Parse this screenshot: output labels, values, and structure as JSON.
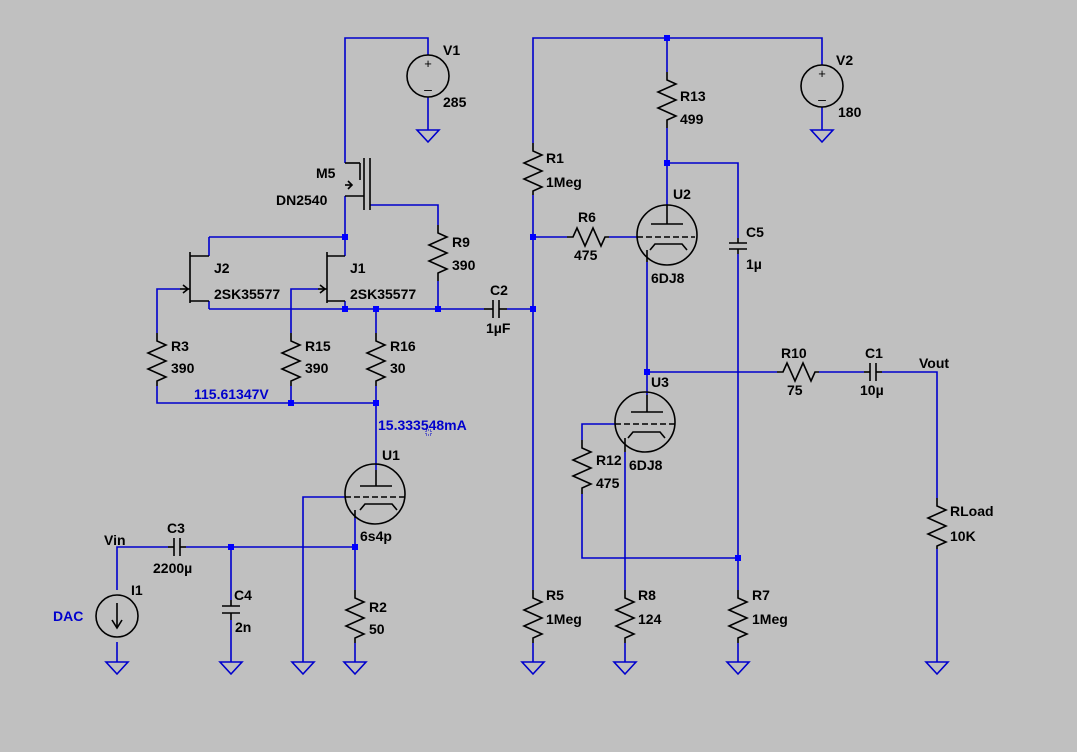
{
  "components": {
    "V1": {
      "name": "V1",
      "value": "285"
    },
    "V2": {
      "name": "V2",
      "value": "180"
    },
    "M5": {
      "name": "M5",
      "value": "DN2540"
    },
    "J1": {
      "name": "J1",
      "value": "2SK35577"
    },
    "J2": {
      "name": "J2",
      "value": "2SK35577"
    },
    "R1": {
      "name": "R1",
      "value": "1Meg"
    },
    "R2": {
      "name": "R2",
      "value": "50"
    },
    "R3": {
      "name": "R3",
      "value": "390"
    },
    "R5": {
      "name": "R5",
      "value": "1Meg"
    },
    "R6": {
      "name": "R6",
      "value": "475"
    },
    "R7": {
      "name": "R7",
      "value": "1Meg"
    },
    "R8": {
      "name": "R8",
      "value": "124"
    },
    "R9": {
      "name": "R9",
      "value": "390"
    },
    "R10": {
      "name": "R10",
      "value": "75"
    },
    "R12": {
      "name": "R12",
      "value": "475"
    },
    "R13": {
      "name": "R13",
      "value": "499"
    },
    "R15": {
      "name": "R15",
      "value": "390"
    },
    "R16": {
      "name": "R16",
      "value": "30"
    },
    "RLoad": {
      "name": "RLoad",
      "value": "10K"
    },
    "C1": {
      "name": "C1",
      "value": "10µ"
    },
    "C2": {
      "name": "C2",
      "value": "1µF"
    },
    "C3": {
      "name": "C3",
      "value": "2200µ"
    },
    "C4": {
      "name": "C4",
      "value": "2n"
    },
    "C5": {
      "name": "C5",
      "value": "1µ"
    },
    "U1": {
      "name": "U1",
      "value": "6s4p"
    },
    "U2": {
      "name": "U2",
      "value": "6DJ8"
    },
    "U3": {
      "name": "U3",
      "value": "6DJ8"
    },
    "I1": {
      "name": "I1",
      "value": "DAC"
    }
  },
  "net_labels": {
    "vin": "Vin",
    "vout": "Vout"
  },
  "probes": {
    "voltage": "115.61347V",
    "current": "15.333548mA"
  }
}
